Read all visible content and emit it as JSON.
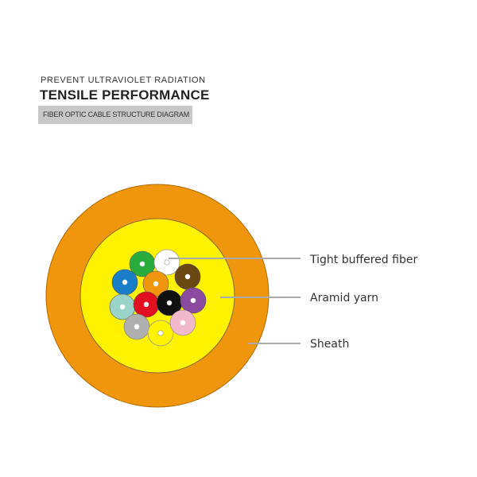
{
  "header": {
    "subtitle": "PREVENT ULTRAVIOLET RADIATION",
    "title": "TENSILE PERFORMANCE",
    "caption": "FIBER OPTIC CABLE STRUCTURE DIAGRAM"
  },
  "callouts": {
    "tight_buffered_fiber": "Tight buffered fiber",
    "aramid_yarn": "Aramid yarn",
    "sheath": "Sheath"
  },
  "colors": {
    "sheath": "#f0960c",
    "aramid_yarn": "#fff200",
    "leader_line": "#aaaaaa",
    "caption_bar": "#c8c8c8"
  },
  "fibers": [
    {
      "name": "green",
      "color": "#2aab3e"
    },
    {
      "name": "white",
      "color": "#ffffff"
    },
    {
      "name": "blue",
      "color": "#1a7dc8"
    },
    {
      "name": "orange",
      "color": "#f0960c"
    },
    {
      "name": "brown",
      "color": "#6b4714"
    },
    {
      "name": "aqua",
      "color": "#9ad4c8"
    },
    {
      "name": "red",
      "color": "#e01020"
    },
    {
      "name": "black",
      "color": "#111111"
    },
    {
      "name": "violet",
      "color": "#8a4aa0"
    },
    {
      "name": "slate",
      "color": "#b0b0b0"
    },
    {
      "name": "yellow",
      "color": "#fff200"
    },
    {
      "name": "rose",
      "color": "#f2b8cc"
    }
  ]
}
